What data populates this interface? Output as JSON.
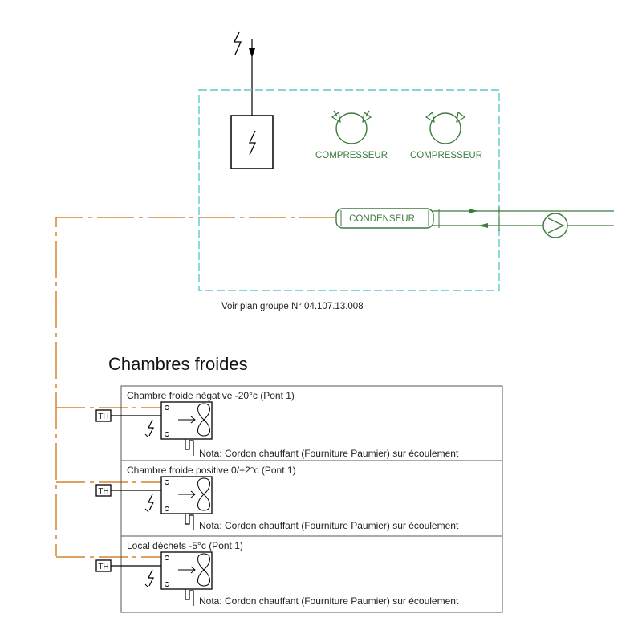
{
  "diagram": {
    "plan_reference": "Voir plan groupe N° 04.107.13.008",
    "section_title": "Chambres froides",
    "equipment": {
      "compressor_1": "COMPRESSEUR",
      "compressor_2": "COMPRESSEUR",
      "condenser": "CONDENSEUR"
    },
    "chambers": [
      {
        "title": "Chambre froide négative -20°c (Pont 1)",
        "thermostat": "TH",
        "note": "Nota: Cordon chauffant  (Fourniture Paumier) sur écoulement"
      },
      {
        "title": "Chambre froide positive 0/+2°c (Pont 1)",
        "thermostat": "TH",
        "note": "Nota: Cordon chauffant  (Fourniture Paumier) sur écoulement"
      },
      {
        "title": "Local déchets -5°c (Pont 1)",
        "thermostat": "TH",
        "note": "Nota: Cordon chauffant  (Fourniture Paumier) sur écoulement"
      }
    ],
    "colors": {
      "group_frame": "#5cc9cc",
      "refrigerant_line": "#d9822b",
      "equipment": "#3d7a3d",
      "wiring": "#000000",
      "chamber_frame": "#555555"
    }
  }
}
